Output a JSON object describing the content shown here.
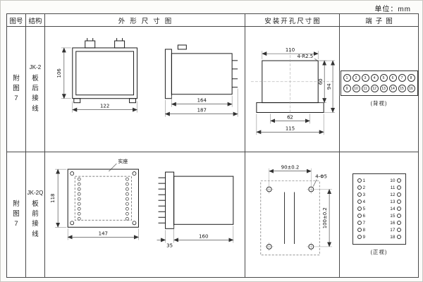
{
  "page": {
    "unit_note": "单位：mm"
  },
  "headers": {
    "fig_no": "图号",
    "structure": "结构",
    "outline": "外形尺寸图",
    "install": "安装开孔尺寸图",
    "terminal": "端子图"
  },
  "row1": {
    "fig_no": "附图7",
    "model": "JK-2",
    "wiring": "板后接线",
    "outline": {
      "d106": "106",
      "d122": "122",
      "d164": "164",
      "d187": "187"
    },
    "install": {
      "d110": "110",
      "holes": "4-R2.5",
      "d60": "60",
      "d94": "94",
      "d62": "62",
      "d115": "115"
    },
    "terminal": {
      "top": [
        "1",
        "2",
        "3",
        "4",
        "5",
        "6",
        "7",
        "8"
      ],
      "bottom": [
        "9",
        "10",
        "11",
        "12",
        "13",
        "14",
        "15",
        "16"
      ],
      "caption": "(背视)"
    }
  },
  "row2": {
    "fig_no": "附图7",
    "model": "JK-2Q",
    "wiring": "板前接线",
    "outline": {
      "d118": "118",
      "d147": "147",
      "note": "实座",
      "d35": "35",
      "d160": "160"
    },
    "install": {
      "d90": "90±0.2",
      "holes": "4-Φ5",
      "d100": "100±0.2"
    },
    "terminal": {
      "left": [
        "1",
        "2",
        "3",
        "4",
        "5",
        "6",
        "7",
        "8",
        "9"
      ],
      "right": [
        "10",
        "11",
        "12",
        "13",
        "14",
        "15",
        "16",
        "17",
        "18"
      ],
      "caption": "(正视)"
    }
  }
}
